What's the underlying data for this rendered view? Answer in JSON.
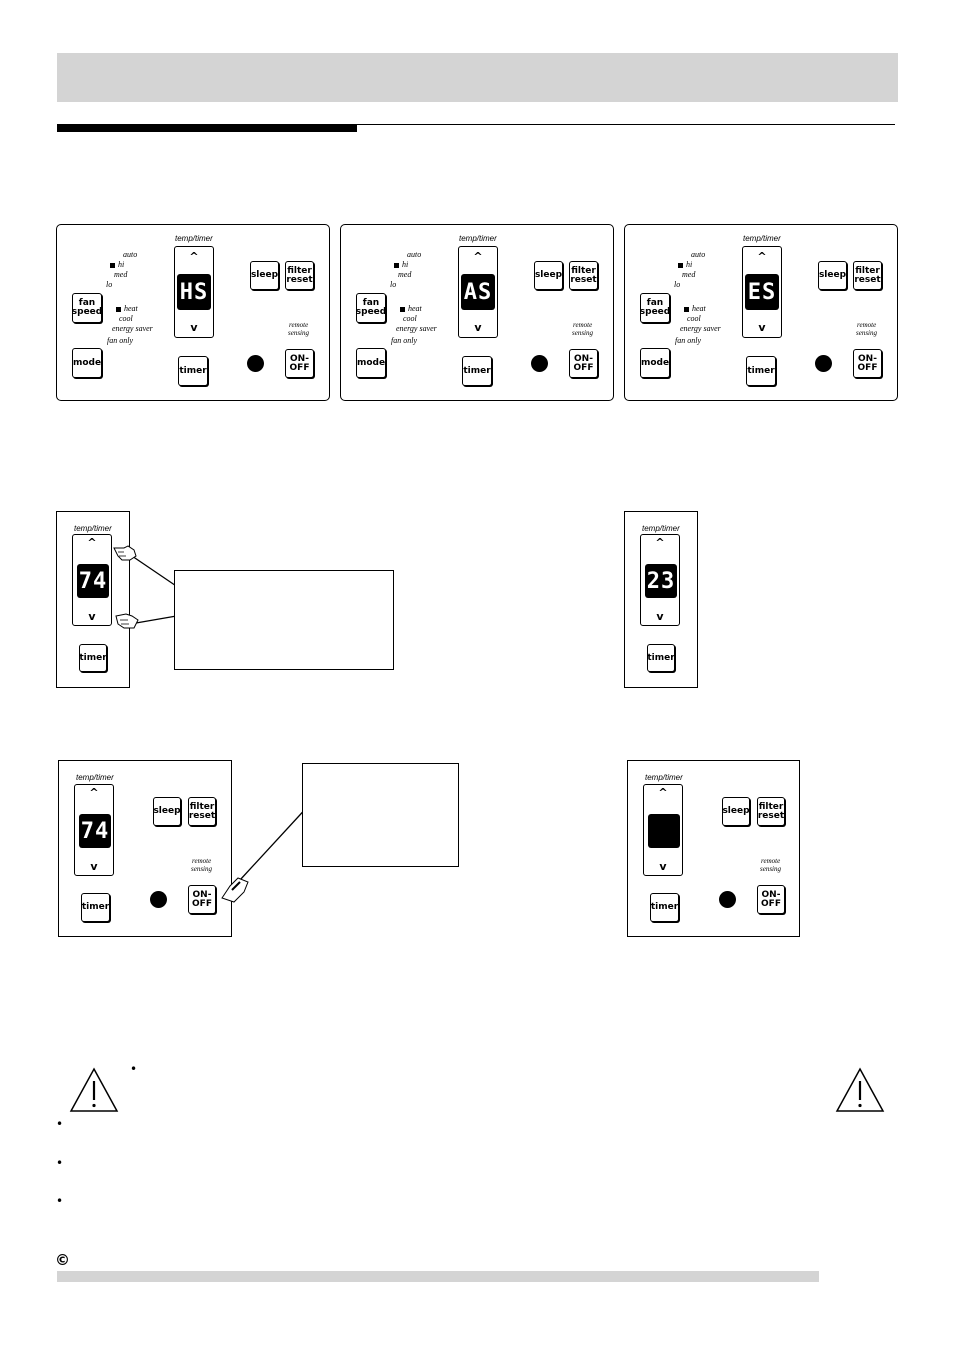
{
  "labels": {
    "temp_timer": "temp/timer",
    "fan_auto": "auto",
    "fan_hi": "hi",
    "fan_med": "med",
    "fan_lo": "lo",
    "mode_heat": "heat",
    "mode_cool": "cool",
    "mode_energy_saver": "energy saver",
    "mode_fan_only": "fan only",
    "remote_sensing_1": "remote",
    "remote_sensing_2": "sensing",
    "up_arrow": "^",
    "down_arrow": "v"
  },
  "buttons": {
    "fan_speed": "fan\nspeed",
    "mode": "mode",
    "sleep": "sleep",
    "filter_reset": "filter\nreset",
    "timer": "timer",
    "on_off": "ON-\nOFF"
  },
  "displays": {
    "panel_1": "HS",
    "panel_2": "AS",
    "panel_3": "ES",
    "temp_74_a": "74",
    "temp_23": "23",
    "temp_74_b": "74"
  },
  "footer": {
    "copyright": "©"
  }
}
